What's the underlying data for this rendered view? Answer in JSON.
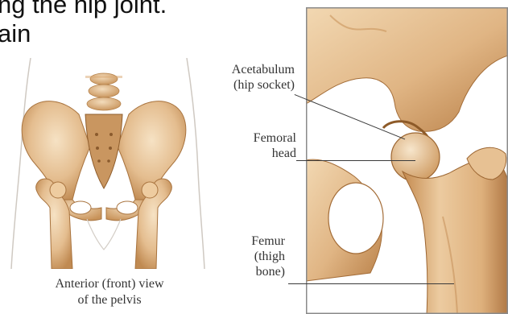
{
  "heading": {
    "line1": "ng the hip joint.",
    "line2": "ain"
  },
  "labels": {
    "acetabulum_line1": "Acetabulum",
    "acetabulum_line2": "(hip socket)",
    "femoral_head_line1": "Femoral",
    "femoral_head_line2": "head",
    "femur_line1": "Femur",
    "femur_line2": "(thigh",
    "femur_line3": "bone)"
  },
  "caption": {
    "line1": "Anterior (front) view",
    "line2": "of the pelvis"
  },
  "colors": {
    "bone": "#e8c49a",
    "bone_shade": "#c9955c",
    "bone_dark": "#a8713c",
    "bone_light": "#f4ddbd",
    "outline": "#c9c3bc",
    "frame": "#8a8a8a"
  }
}
